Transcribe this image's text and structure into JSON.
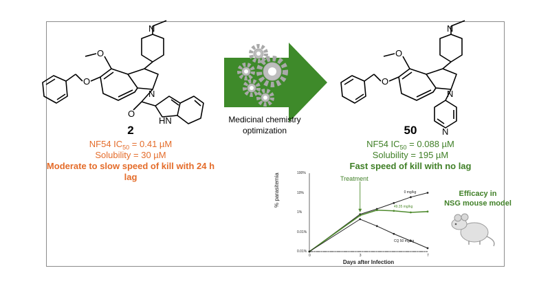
{
  "compound_left": {
    "number": "2",
    "ic50_label": "NF54 IC",
    "ic50_sub": "50",
    "ic50_value": " = 0.41 µM",
    "solubility": "Solubility = 30 µM",
    "kill_line1": "Moderate to slow speed of kill with 24 h",
    "kill_line2": "lag",
    "atom_labels": {
      "n_top": "N",
      "o_methoxy": "O",
      "o_benzyl": "O",
      "n_indoline": "N",
      "o_carbonyl": "O",
      "nh": "HN"
    }
  },
  "compound_right": {
    "number": "50",
    "ic50_label": "NF54 IC",
    "ic50_sub": "50",
    "ic50_value": " = 0.088 µM",
    "solubility": "Solubility = 195 µM",
    "kill": "Fast speed of kill with no lag",
    "atom_labels": {
      "n_top": "N",
      "o_methoxy": "O",
      "o_benzyl": "O",
      "n_indoline": "N",
      "n_pyridine": "N"
    }
  },
  "arrow": {
    "line1": "Medicinal chemistry",
    "line2": "optimization"
  },
  "efficacy": {
    "line1": "Efficacy in",
    "line2": "NSG mouse model"
  },
  "chart_data": {
    "type": "line",
    "xlabel": "Days after Infection",
    "ylabel": "% parasitemia",
    "annotation": "Treatment",
    "x_ticks": [
      "0",
      "3",
      "7"
    ],
    "y_ticks": [
      "100%",
      "10%",
      "1%",
      "0.01%",
      "0.01%"
    ],
    "xlim": [
      0,
      7
    ],
    "ylim_log10": [
      -2,
      2
    ],
    "series": [
      {
        "name": "0 mg/kg",
        "color": "#222222",
        "x": [
          0,
          3,
          4,
          5,
          6,
          7
        ],
        "y": [
          0.01,
          0.8,
          1.5,
          3,
          6,
          10
        ]
      },
      {
        "name": "49.35 mg/kg",
        "color": "#4e8a2d",
        "x": [
          0,
          3,
          4,
          5,
          6,
          7
        ],
        "y": [
          0.01,
          0.7,
          1.3,
          1.2,
          1.0,
          1.1
        ]
      },
      {
        "name": "CQ 50 mg/kg",
        "color": "#222222",
        "x": [
          0,
          3,
          4,
          5,
          6,
          7
        ],
        "y": [
          0.01,
          0.45,
          0.2,
          0.08,
          0.035,
          0.015
        ]
      }
    ]
  }
}
